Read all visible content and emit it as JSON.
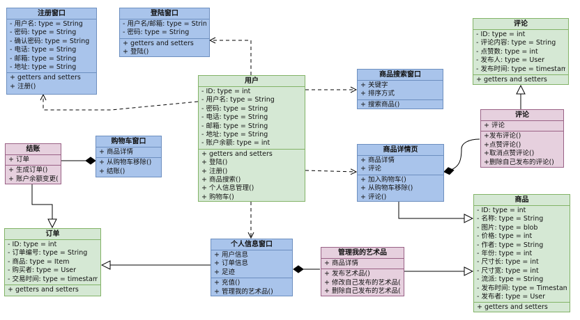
{
  "classes": {
    "register": {
      "title": "注册窗口",
      "attrs": [
        "- 用户名: type = String",
        "- 密码: type = String",
        "- 确认密码: type = String",
        "- 电话: type = String",
        "- 邮箱: type = String",
        "- 地址: type = String"
      ],
      "ops": [
        "+ getters and setters",
        "+ 注册()"
      ]
    },
    "login": {
      "title": "登陆窗口",
      "attrs": [
        "- 用户名/邮箱: type = String",
        "- 密码: type = String"
      ],
      "ops": [
        "+ getters and setters",
        "+ 登陆()"
      ]
    },
    "user": {
      "title": "用户",
      "attrs": [
        "- ID: type = int",
        "- 用户名: type = String",
        "- 密码: type = String",
        "- 电话: type = String",
        "- 邮箱: type = String",
        "- 地址: type = String",
        "- 账户余额: type = int"
      ],
      "ops": [
        "+ getters and setters",
        "+ 登陆()",
        "+ 注册()",
        "+ 商品搜索()",
        "+ 个人信息管理()",
        "+ 购物车()"
      ]
    },
    "search": {
      "title": "商品搜索窗口",
      "attrs": [
        "+ 关键字",
        "+ 排序方式"
      ],
      "ops": [
        "+ 搜索商品()"
      ]
    },
    "comment_entity": {
      "title": "评论",
      "attrs": [
        "- ID: type = int",
        "- 评论内容: type = String",
        "- 点赞数: type = int",
        "- 发布人: type = User",
        "- 发布时间: type = timestamp"
      ],
      "ops": [
        "+ getters and setters"
      ]
    },
    "comment_ctrl": {
      "title": "评论",
      "attrs": [
        "+ 评论"
      ],
      "ops": [
        "+发布评论()",
        "+点赞评论()",
        "+取消点赞评论()",
        "+删除自己发布的评论()"
      ]
    },
    "checkout": {
      "title": "结账",
      "attrs": [
        "+ 订单"
      ],
      "ops": [
        "+ 生成订单()",
        "+ 账户余额变更()"
      ]
    },
    "cart": {
      "title": "购物车窗口",
      "attrs": [
        "+ 商品详情"
      ],
      "ops": [
        "+ 从购物车移除()",
        "+ 结账()"
      ]
    },
    "detail": {
      "title": "商品详情页",
      "attrs": [
        "+ 商品详情",
        "+ 评论"
      ],
      "ops": [
        "+ 加入购物车()",
        "+ 从购物车移除()",
        "+ 评论()"
      ]
    },
    "product": {
      "title": "商品",
      "attrs": [
        "- ID: type = int",
        "- 名称: type = String",
        "- 图片: type = blob",
        "- 价格: type = int",
        "- 作者: type = String",
        "- 年份: type = int",
        "- 尺寸长: type = int",
        "- 尺寸宽: type = int",
        "- 流派: type = String",
        "- 发布时间: type = Timestamp",
        "- 发布者: type = User"
      ],
      "ops": [
        "+ getters and setters"
      ]
    },
    "order": {
      "title": "订单",
      "attrs": [
        "- ID: type = int",
        "- 订单编号: type = String",
        "- 商品: type = Item",
        "- 购买者: type = User",
        "- 交易时间: type = timestamp"
      ],
      "ops": [
        "+ getters and setters"
      ]
    },
    "profile": {
      "title": "个人信息窗口",
      "attrs": [
        "+ 用户信息",
        "+ 订单信息",
        "+ 足迹"
      ],
      "ops": [
        "+ 充值()",
        "+ 管理我的艺术品()"
      ]
    },
    "myart": {
      "title": "管理我的艺术品",
      "attrs": [
        "+ 商品详情"
      ],
      "ops": [
        "+ 发布艺术品()",
        "+ 修改自己发布的艺术品()",
        "+ 删除自己发布的艺术品()"
      ]
    }
  },
  "colors": {
    "entity": "#d5e8d4",
    "boundary": "#a9c4eb",
    "control": "#e6d0de",
    "line": "#000000"
  }
}
